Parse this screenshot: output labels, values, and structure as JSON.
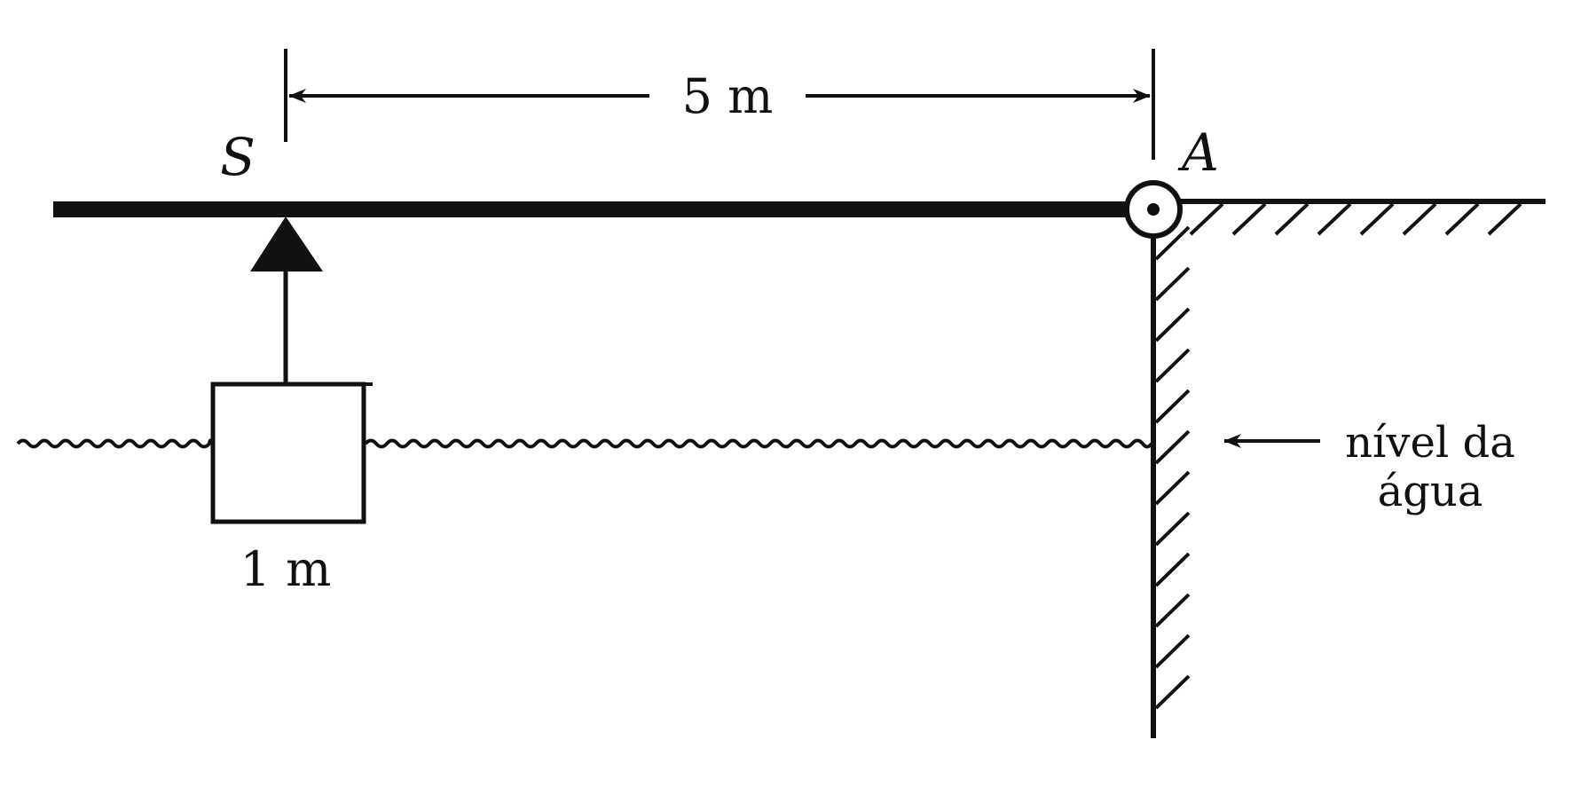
{
  "labels": {
    "point_s": "S",
    "point_a": "A",
    "span_distance": "5 m",
    "block_size": "1 m",
    "water_level_line1": "nível da",
    "water_level_line2": "água"
  },
  "colors": {
    "ink": "#111111",
    "background": "#ffffff"
  }
}
